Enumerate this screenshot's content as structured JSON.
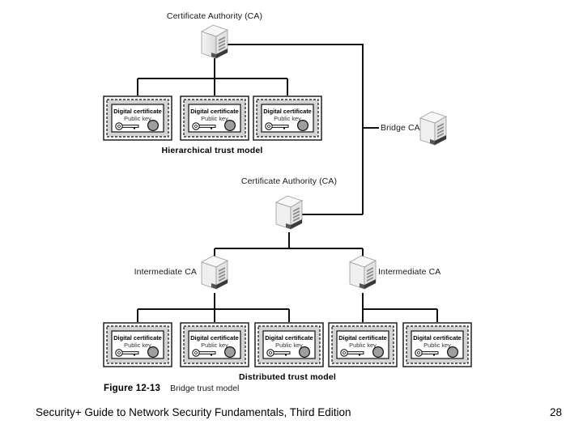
{
  "slide": {
    "background": "#ffffff",
    "line_color": "#111111"
  },
  "figure": {
    "caption_number": "Figure 12-13",
    "caption_text": "Bridge trust model",
    "hierarchical": {
      "root_label": "Certificate Authority (CA)",
      "model_label": "Hierarchical trust model",
      "certificates": [
        {
          "title": "Digital certificate",
          "subtitle": "Public key"
        },
        {
          "title": "Digital certificate",
          "subtitle": "Public key"
        },
        {
          "title": "Digital certificate",
          "subtitle": "Public key"
        }
      ]
    },
    "bridge": {
      "label": "Bridge CA"
    },
    "distributed": {
      "root_label": "Certificate Authority (CA)",
      "model_label": "Distributed trust model",
      "intermediates": [
        {
          "label": "Intermediate CA"
        },
        {
          "label": "Intermediate CA"
        }
      ],
      "certificates": [
        {
          "title": "Digital certificate",
          "subtitle": "Public key"
        },
        {
          "title": "Digital certificate",
          "subtitle": "Public key"
        },
        {
          "title": "Digital certificate",
          "subtitle": "Public key"
        },
        {
          "title": "Digital certificate",
          "subtitle": "Public key"
        },
        {
          "title": "Digital certificate",
          "subtitle": "Public key"
        }
      ]
    },
    "icons": {
      "server": "server-tower-icon",
      "certificate": "digital-certificate-icon",
      "key": "key-icon",
      "seal": "seal-icon"
    }
  },
  "footer": {
    "title": "Security+ Guide to Network Security Fundamentals, Third Edition",
    "page": "28"
  }
}
